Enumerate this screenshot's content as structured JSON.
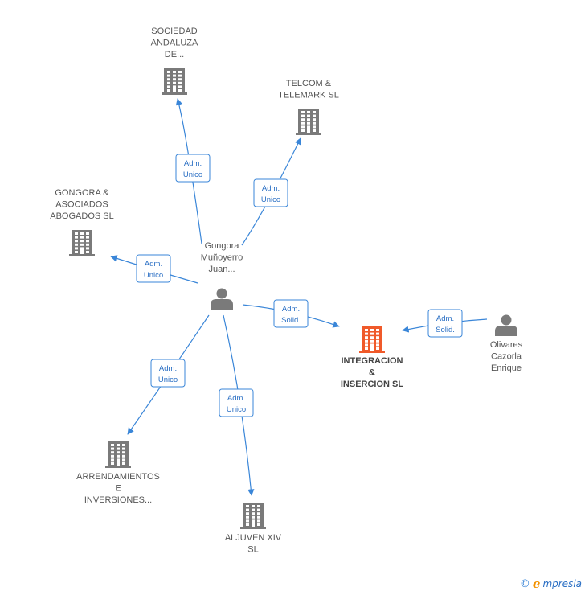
{
  "graph": {
    "colors": {
      "edge": "#3a86d8",
      "label_border": "#3a86d8",
      "label_text": "#2a6fc4",
      "company_icon": "#7a7a7a",
      "person_icon": "#7a7a7a",
      "main_company_icon": "#f05a2a"
    },
    "nodes": [
      {
        "id": "sociedad",
        "type": "company",
        "icon": "building-icon",
        "lines": [
          "SOCIEDAD",
          "ANDALUZA",
          "DE..."
        ]
      },
      {
        "id": "telcom",
        "type": "company",
        "icon": "building-icon",
        "lines": [
          "TELCOM &",
          "TELEMARK SL"
        ]
      },
      {
        "id": "gongora_asoc",
        "type": "company",
        "icon": "building-icon",
        "lines": [
          "GONGORA &",
          "ASOCIADOS",
          "ABOGADOS SL"
        ]
      },
      {
        "id": "gongora_juan",
        "type": "person",
        "icon": "person-icon",
        "lines": [
          "Gongora",
          "Muñoyerro",
          "Juan..."
        ]
      },
      {
        "id": "integracion",
        "type": "company",
        "main": true,
        "icon": "building-icon",
        "lines": [
          "INTEGRACION",
          "&",
          "INSERCION SL"
        ]
      },
      {
        "id": "olivares",
        "type": "person",
        "icon": "person-icon",
        "lines": [
          "Olivares",
          "Cazorla",
          "Enrique"
        ]
      },
      {
        "id": "arrendamientos",
        "type": "company",
        "icon": "building-icon",
        "lines": [
          "ARRENDAMIENTOS",
          "E",
          "INVERSIONES..."
        ]
      },
      {
        "id": "aljuven",
        "type": "company",
        "icon": "building-icon",
        "lines": [
          "ALJUVEN XIV",
          "SL"
        ]
      }
    ],
    "edges": [
      {
        "from": "gongora_juan",
        "to": "sociedad",
        "label": [
          "Adm.",
          "Unico"
        ]
      },
      {
        "from": "gongora_juan",
        "to": "telcom",
        "label": [
          "Adm.",
          "Unico"
        ]
      },
      {
        "from": "gongora_juan",
        "to": "gongora_asoc",
        "label": [
          "Adm.",
          "Unico"
        ]
      },
      {
        "from": "gongora_juan",
        "to": "integracion",
        "label": [
          "Adm.",
          "Solid."
        ]
      },
      {
        "from": "gongora_juan",
        "to": "arrendamientos",
        "label": [
          "Adm.",
          "Unico"
        ]
      },
      {
        "from": "gongora_juan",
        "to": "aljuven",
        "label": [
          "Adm.",
          "Unico"
        ]
      },
      {
        "from": "olivares",
        "to": "integracion",
        "label": [
          "Adm.",
          "Solid."
        ]
      }
    ]
  },
  "footer": {
    "copyright_symbol": "©",
    "brand_initial": "e",
    "brand_rest": "mpresia"
  }
}
